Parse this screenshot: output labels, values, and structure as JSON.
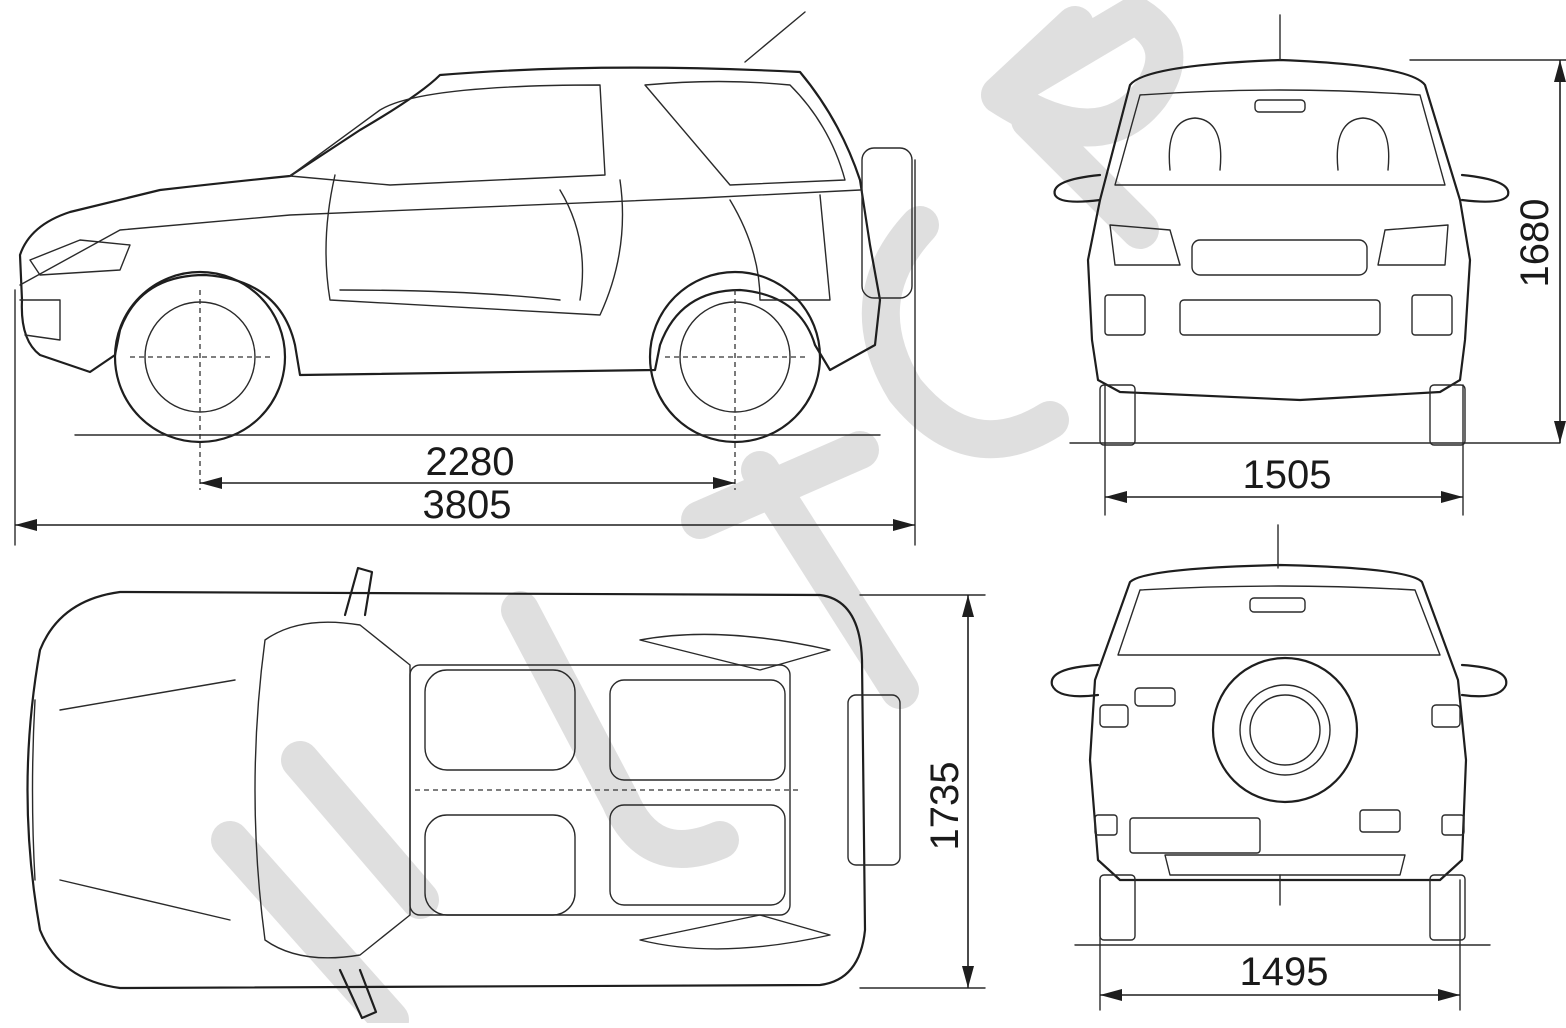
{
  "dimensions": {
    "wheelbase": "2280",
    "length": "3805",
    "height": "1680",
    "front_track": "1505",
    "width": "1735",
    "rear_track": "1495"
  },
  "colors": {
    "line": "#1e1e1e",
    "background": "#ffffff",
    "watermark": "#d9d9d9"
  }
}
